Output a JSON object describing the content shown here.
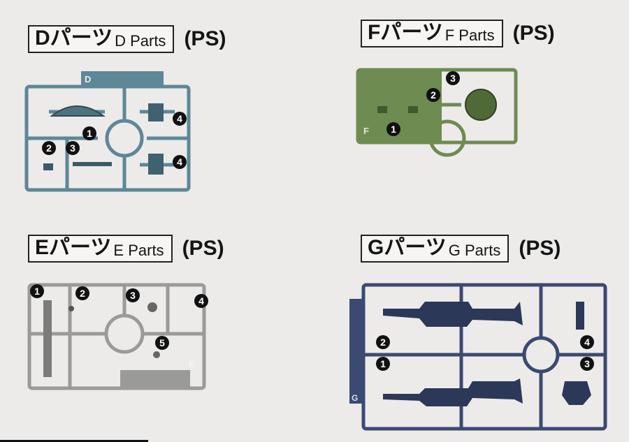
{
  "panels": {
    "d": {
      "big": "Dパーツ",
      "small": "D Parts",
      "suffix": "(PS)",
      "runner_letter": "D",
      "callouts": [
        "1",
        "2",
        "3",
        "4",
        "4"
      ],
      "color": "#5e8797"
    },
    "f": {
      "big": "Fパーツ",
      "small": "F Parts",
      "suffix": "(PS)",
      "runner_letter": "F",
      "callouts": [
        "1",
        "2",
        "3"
      ],
      "color": "#6e8b52"
    },
    "e": {
      "big": "Eパーツ",
      "small": "E Parts",
      "suffix": "(PS)",
      "runner_letter": "E",
      "callouts": [
        "1",
        "2",
        "3",
        "4",
        "5"
      ],
      "color": "#9a9a98"
    },
    "g": {
      "big": "Gパーツ",
      "small": "G Parts",
      "suffix": "(PS)",
      "runner_letter": "G",
      "callouts": [
        "1",
        "2",
        "3",
        "4"
      ],
      "color": "#3b4a72"
    }
  }
}
